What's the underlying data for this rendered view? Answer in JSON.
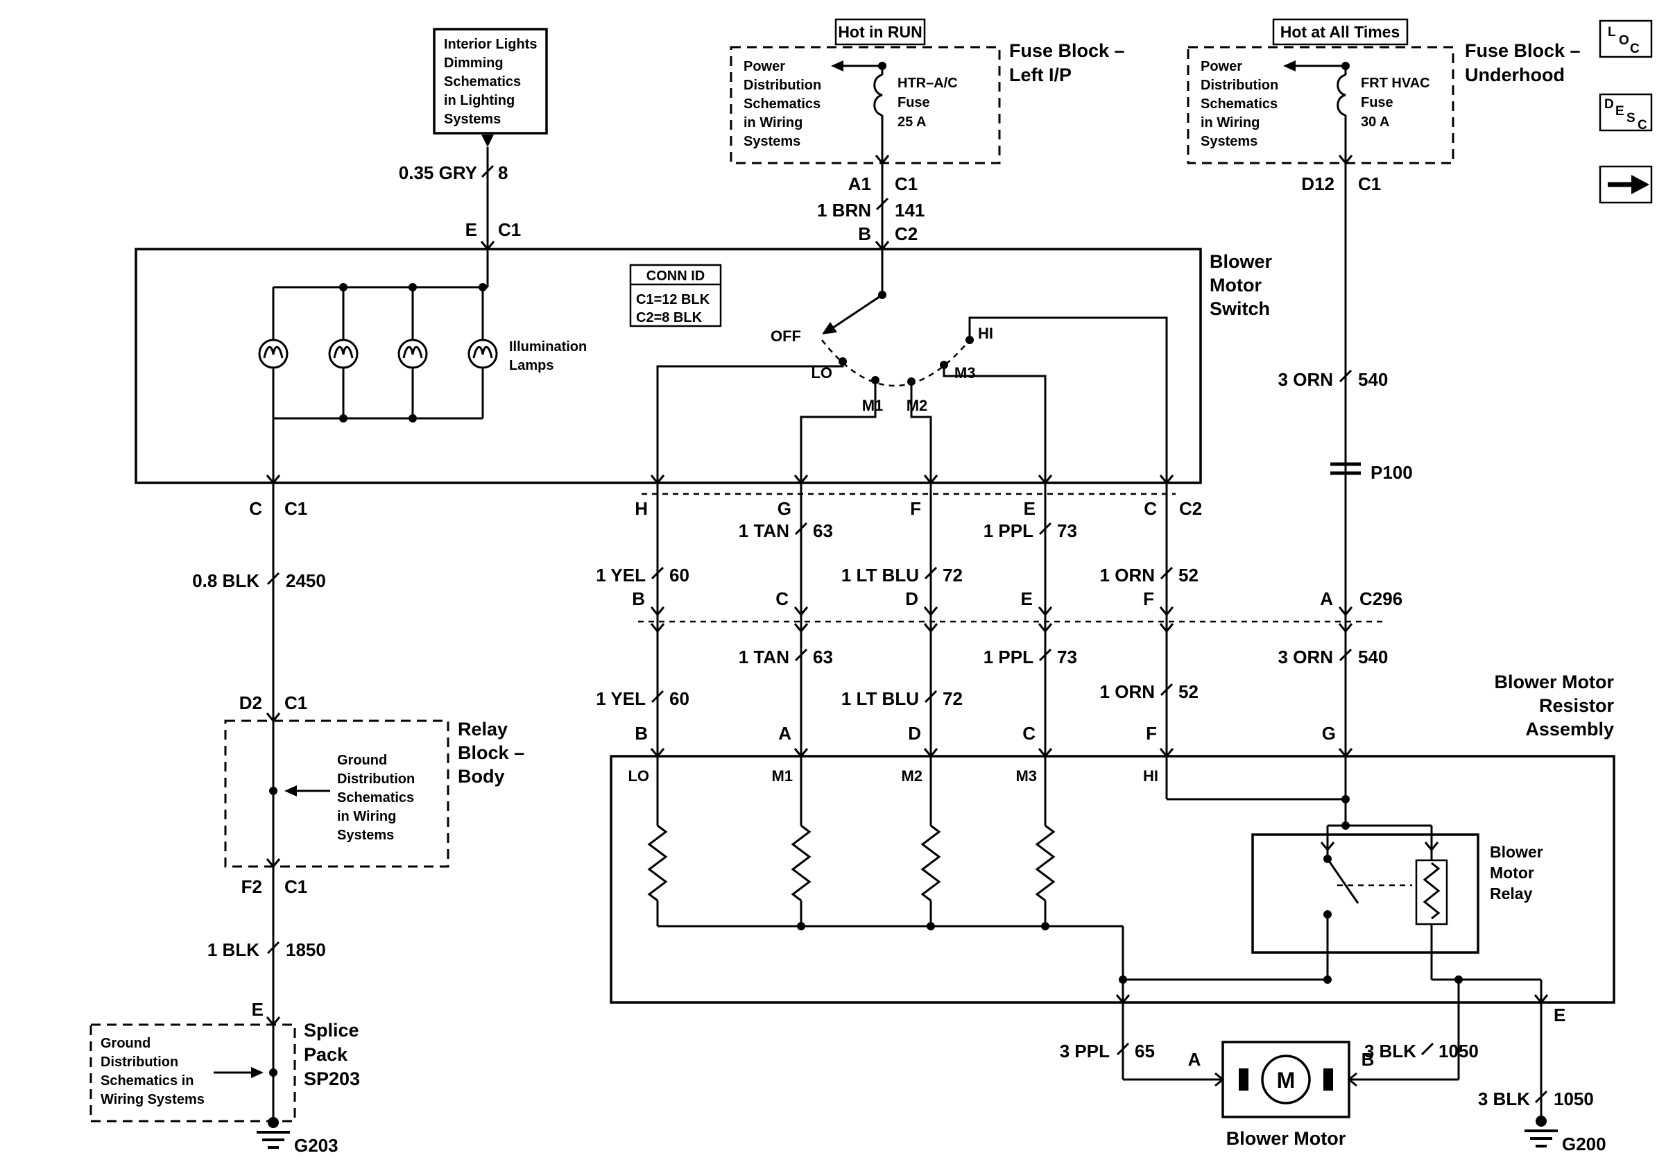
{
  "nav": {
    "loc": [
      "L",
      "O",
      "C"
    ],
    "desc": [
      "D",
      "E",
      "S",
      "C"
    ]
  },
  "banners": {
    "hot_in_run": "Hot in RUN",
    "hot_at_all_times": "Hot at All Times"
  },
  "refs": {
    "interior": [
      "Interior Lights",
      "Dimming",
      "Schematics",
      "in Lighting",
      "Systems"
    ],
    "power_left": [
      "Power",
      "Distribution",
      "Schematics",
      "in Wiring",
      "Systems"
    ],
    "power_right": [
      "Power",
      "Distribution",
      "Schematics",
      "in Wiring",
      "Systems"
    ],
    "ground_relay": [
      "Ground",
      "Distribution",
      "Schematics",
      "in Wiring",
      "Systems"
    ],
    "ground_splice": [
      "Ground",
      "Distribution",
      "Schematics in",
      "Wiring Systems"
    ]
  },
  "fuses": {
    "left": {
      "name": "HTR–A/C",
      "kind": "Fuse",
      "rating": "25 A"
    },
    "right": {
      "name": "FRT HVAC",
      "kind": "Fuse",
      "rating": "30 A"
    }
  },
  "blocks": {
    "fuse_left": [
      "Fuse Block –",
      "Left I/P"
    ],
    "fuse_right": [
      "Fuse Block –",
      "Underhood"
    ],
    "switch": [
      "Blower",
      "Motor",
      "Switch"
    ],
    "relay_body": [
      "Relay",
      "Block –",
      "Body"
    ],
    "splice": [
      "Splice",
      "Pack",
      "SP203"
    ],
    "resistor": [
      "Blower Motor",
      "Resistor",
      "Assembly"
    ],
    "relay": [
      "Blower",
      "Motor",
      "Relay"
    ],
    "motor": "Blower Motor"
  },
  "conn_id": {
    "title": "CONN ID",
    "rows": [
      "C1=12 BLK",
      "C2=8 BLK"
    ]
  },
  "lamps_label": [
    "Illumination",
    "Lamps"
  ],
  "positions": {
    "off": "OFF",
    "lo": "LO",
    "m1": "M1",
    "m2": "M2",
    "m3": "M3",
    "hi": "HI"
  },
  "wires": {
    "gry": {
      "g": "0.35 GRY",
      "c": "8"
    },
    "brn": {
      "g": "1 BRN",
      "c": "141"
    },
    "orn3_top": {
      "g": "3 ORN",
      "c": "540"
    },
    "orn3_mid": {
      "g": "3 ORN",
      "c": "540"
    },
    "blk08": {
      "g": "0.8 BLK",
      "c": "2450"
    },
    "blk1": {
      "g": "1 BLK",
      "c": "1850"
    },
    "tan_a": {
      "g": "1 TAN",
      "c": "63"
    },
    "tan_b": {
      "g": "1 TAN",
      "c": "63"
    },
    "ppl_a": {
      "g": "1 PPL",
      "c": "73"
    },
    "ppl_b": {
      "g": "1 PPL",
      "c": "73"
    },
    "yel_a": {
      "g": "1 YEL",
      "c": "60"
    },
    "yel_b": {
      "g": "1 YEL",
      "c": "60"
    },
    "ltblu_a": {
      "g": "1 LT BLU",
      "c": "72"
    },
    "ltblu_b": {
      "g": "1 LT BLU",
      "c": "72"
    },
    "orn1_a": {
      "g": "1 ORN",
      "c": "52"
    },
    "orn1_b": {
      "g": "1 ORN",
      "c": "52"
    },
    "ppl3": {
      "g": "3 PPL",
      "c": "65"
    },
    "blk3_motor": {
      "g": "3 BLK",
      "c": "1050"
    },
    "blk3_gnd": {
      "g": "3 BLK",
      "c": "1050"
    }
  },
  "pins": {
    "sw_top_left": {
      "pin": "E",
      "conn": "C1"
    },
    "fuse_left_out": {
      "pin": "A1",
      "conn": "C1"
    },
    "sw_in": {
      "pin": "B",
      "conn": "C2"
    },
    "fuse_right_out": {
      "pin": "D12",
      "conn": "C1"
    },
    "sw_bottom": [
      "H",
      "G",
      "F",
      "E",
      "C"
    ],
    "sw_bottom_conn": "C2",
    "sw_left_out": {
      "pin": "C",
      "conn": "C1"
    },
    "c296": {
      "row": [
        "B",
        "C",
        "D",
        "E",
        "F"
      ],
      "a": "A",
      "name": "C296"
    },
    "res_top": [
      "B",
      "A",
      "D",
      "C",
      "F",
      "G"
    ],
    "d2": {
      "pin": "D2",
      "conn": "C1"
    },
    "f2": {
      "pin": "F2",
      "conn": "C1"
    },
    "e_left": "E",
    "res_inner": [
      "LO",
      "M1",
      "M2",
      "M3",
      "HI"
    ],
    "motor_a": "A",
    "motor_b": "B",
    "res_e": "E"
  },
  "connectors": {
    "p100": "P100"
  },
  "grounds": {
    "g203": "G203",
    "g200": "G200"
  },
  "motor_symbol": "M"
}
